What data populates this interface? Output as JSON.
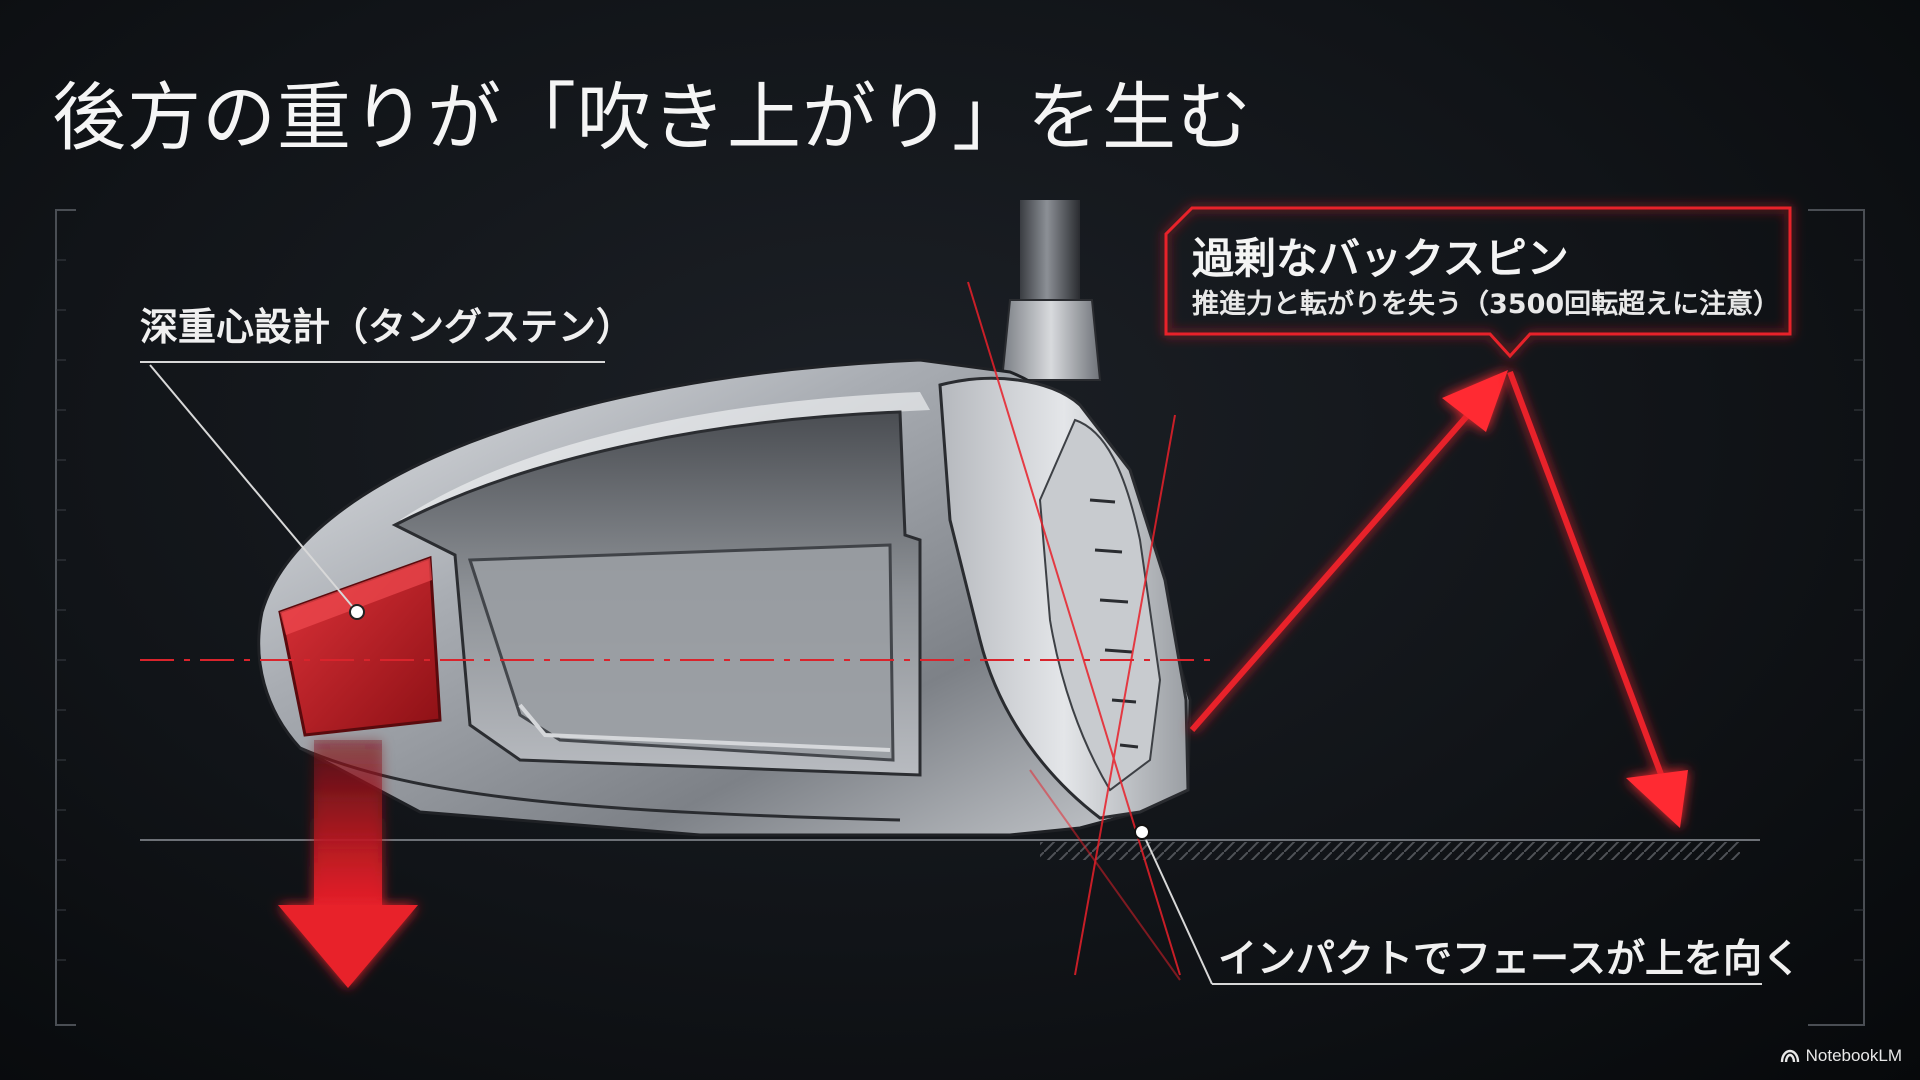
{
  "slide": {
    "title": "後方の重りが「吹き上がり」を生む"
  },
  "labels": {
    "tungsten": "深重心設計（タングステン）",
    "backspin_title": "過剰なバックスピン",
    "backspin_note": "推進力と転がりを失う（3500回転超えに注意）",
    "impact": "インパクトでフェースが上を向く"
  },
  "branding": {
    "name": "NotebookLM",
    "icon": "notebooklm-logo-icon"
  },
  "colors": {
    "accent_red": "#e8202a",
    "background": "#111418",
    "text": "#f2f2f2"
  }
}
